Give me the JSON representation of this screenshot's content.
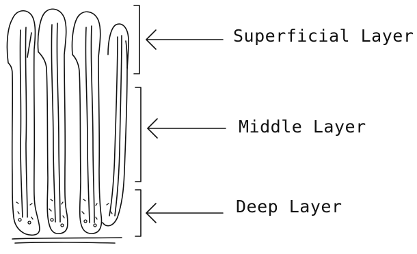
{
  "diagram": {
    "layers": [
      {
        "id": "superficial",
        "label": "Superficial Layer"
      },
      {
        "id": "middle",
        "label": "Middle Layer"
      },
      {
        "id": "deep",
        "label": "Deep Layer"
      }
    ],
    "gland_count": 4,
    "line_color": "#111111",
    "background": "#ffffff"
  }
}
